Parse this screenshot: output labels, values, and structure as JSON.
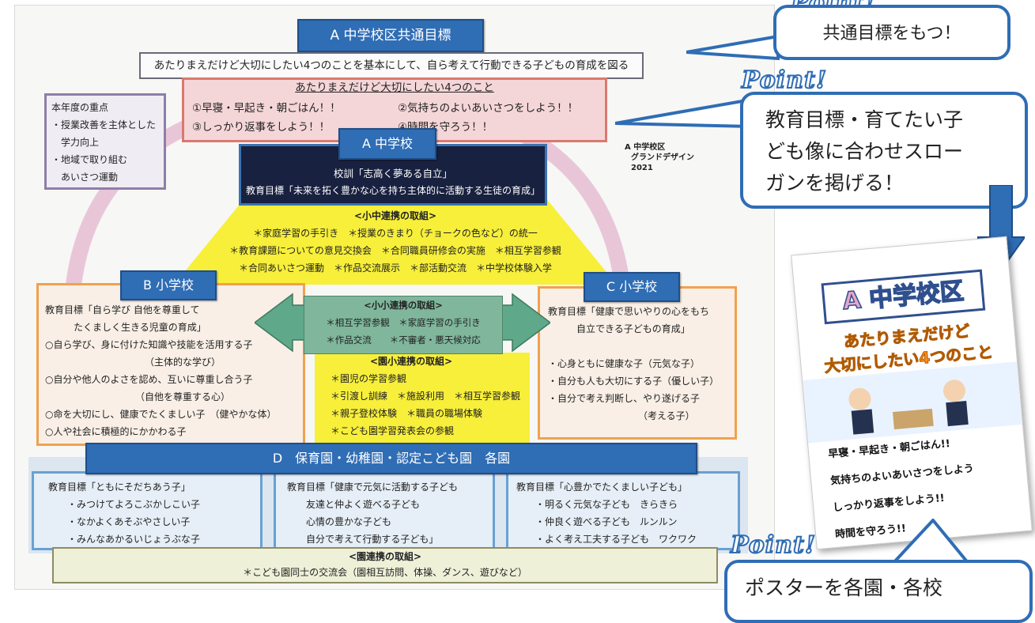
{
  "district_title": "A 中学校区共通目標",
  "common_goal": "あたりまえだけど大切にしたい4つのことを基本にして、自ら考えて行動できる子どもの育成を図る",
  "four_things": {
    "heading": "あたりまえだけど大切にしたい4つのこと",
    "items": [
      "①早寝・早起き・朝ごはん！！",
      "②気持ちのよいあいさつをしよう！！",
      "③しっかり返事をしよう！！",
      "④時間を守ろう！！"
    ]
  },
  "priority": {
    "lines": [
      "本年度の重点",
      "・授業改善を主体とした",
      "　学力向上",
      "・地域で取り組む",
      "　あいさつ運動"
    ]
  },
  "a_school": {
    "tag": "A 中学校",
    "motto": "校訓「志高く夢ある自立」",
    "goal": "教育目標「未来を拓く豊かな心を持ち主体的に活動する生徒の育成」"
  },
  "grand_design": {
    "line1": "A 中学校区",
    "line2": "グランドデザイン 2021"
  },
  "elem_junior": {
    "heading": "<小中連携の取組>",
    "lines": [
      "＊家庭学習の手引き　＊授業のきまり（チョークの色など）の統一",
      "＊教育課題についての意見交換会　＊合同職員研修会の実施　＊相互学習参観",
      "＊合同あいさつ運動　＊作品交流展示　＊部活動交流　＊中学校体験入学"
    ]
  },
  "b_school": {
    "tag": "B 小学校",
    "lines": [
      "教育目標「自ら学び 自他を尊重して",
      "　　　たくましく生きる児童の育成」",
      "○自ら学び、身に付けた知識や技能を活用する子",
      "　　　　　　　　　　　（主体的な学び）",
      "○自分や他人のよさを認め、互いに尊重し合う子",
      "　　　　　　　　　　（自他を尊重する心）",
      "○命を大切にし、健康でたくましい子　（健やかな体）",
      "○人や社会に積極的にかかわる子"
    ]
  },
  "elem_elem": {
    "heading": "<小小連携の取組>",
    "lines": [
      "＊相互学習参観　＊家庭学習の手引き",
      "＊作品交流　　＊不審者・悪天候対応"
    ]
  },
  "nursery_elem": {
    "heading": "<園小連携の取組>",
    "lines": [
      "＊園児の学習参観",
      "＊引渡し訓練　＊施設利用　＊相互学習参観",
      "＊親子登校体験　＊職員の職場体験",
      "＊こども園学習発表会の参観"
    ]
  },
  "c_school": {
    "tag": "C 小学校",
    "lines": [
      "教育目標「健康で思いやりの心をもち",
      "　　　自立できる子どもの育成」",
      "",
      "・心身ともに健康な子（元気な子）",
      "・自分も人も大切にする子（優しい子）",
      "・自分で考え判断し、やり遂げる子",
      "　　　　　　　　　　（考える子）"
    ]
  },
  "d_band": "D　保育園・幼稚園・認定こども園　各園",
  "d_col1": [
    "教育目標「ともにそだちあう子」",
    "　　・みつけてよろこぶかしこい子",
    "　　・なかよくあそぶやさしい子",
    "　　・みんなあかるいじょうぶな子"
  ],
  "d_col2": [
    "教育目標「健康で元気に活動する子ども",
    "　　友達と仲よく遊べる子ども",
    "　　心情の豊かな子ども",
    "　　自分で考えて行動する子ども」"
  ],
  "d_col3": [
    "教育目標「心豊かでたくましい子ども」",
    "　　・明るく元気な子ども　きらきら",
    "　　・仲良く遊べる子ども　ルンルン",
    "　　・よく考え工夫する子ども　ワクワク"
  ],
  "nursery_nursery": {
    "heading": "<園連携の取組>",
    "line": "＊こども園同士の交流会（園相互訪問、体操、ダンス、遊びなど）"
  },
  "callouts": {
    "point_word": "Point!",
    "c1": "共通目標をもつ！",
    "c2": [
      "教育目標・育てたい子",
      "ども像に合わせスロー",
      "ガンを掲げる！"
    ],
    "c3": "ポスターを各園・各校"
  },
  "poster": {
    "title": "A 中学校区",
    "subtitle1": "あたりまえだけど",
    "subtitle2": "大切にしたい4つのこと",
    "items": [
      "早寝・早起き・朝ごはん!!",
      "気持ちのよいあいさつをしよう",
      "しっかり返事をしよう!!",
      "時間を守ろう!!"
    ]
  }
}
